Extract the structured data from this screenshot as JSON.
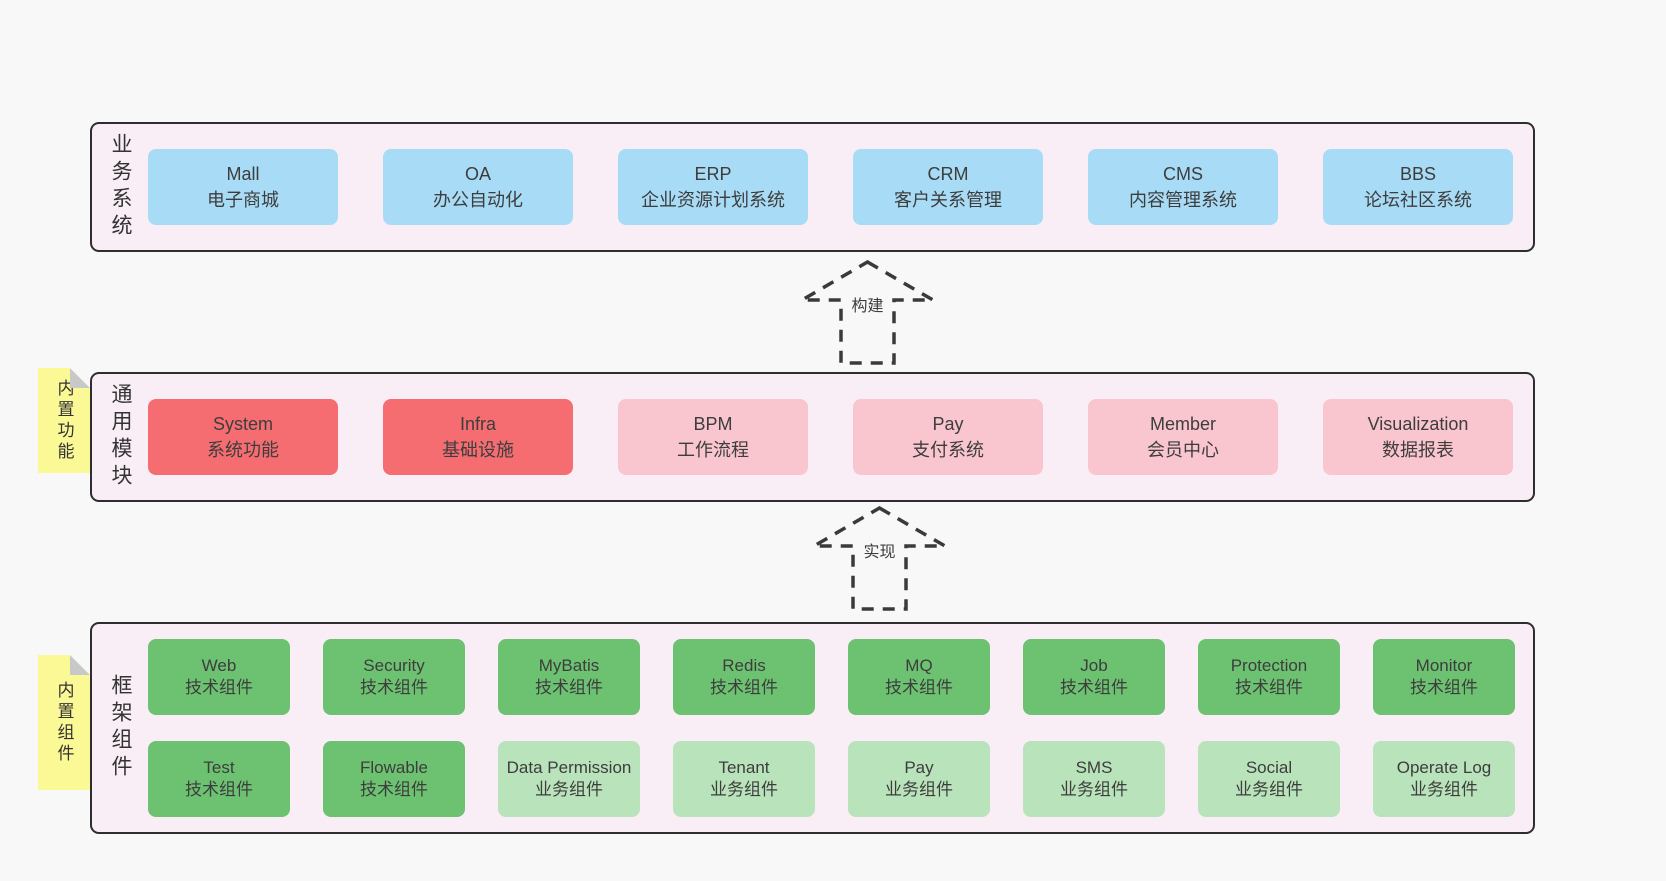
{
  "colors": {
    "page_bg": "#f8f8f8",
    "layer_bg": "#f9edf6",
    "layer_border": "#2e2e2e",
    "blue": "#a8dbf5",
    "red": "#f56d71",
    "pink": "#f9c5ce",
    "green": "#6cc271",
    "light_green": "#b9e3ba",
    "note_yellow": "#fbf996",
    "note_fold_gray": "#c8c8c8",
    "text": "#3d3d3d"
  },
  "arrows": [
    {
      "label": "构建"
    },
    {
      "label": "实现"
    }
  ],
  "layers": [
    {
      "label": "业务系统",
      "boxes": [
        {
          "title": "Mall",
          "subtitle": "电子商城",
          "variant": "blue"
        },
        {
          "title": "OA",
          "subtitle": "办公自动化",
          "variant": "blue"
        },
        {
          "title": "ERP",
          "subtitle": "企业资源计划系统",
          "variant": "blue"
        },
        {
          "title": "CRM",
          "subtitle": "客户关系管理",
          "variant": "blue"
        },
        {
          "title": "CMS",
          "subtitle": "内容管理系统",
          "variant": "blue"
        },
        {
          "title": "BBS",
          "subtitle": "论坛社区系统",
          "variant": "blue"
        }
      ]
    },
    {
      "label": "通用模块",
      "note": "内置功能",
      "boxes": [
        {
          "title": "System",
          "subtitle": "系统功能",
          "variant": "red"
        },
        {
          "title": "Infra",
          "subtitle": "基础设施",
          "variant": "red"
        },
        {
          "title": "BPM",
          "subtitle": "工作流程",
          "variant": "pink"
        },
        {
          "title": "Pay",
          "subtitle": "支付系统",
          "variant": "pink"
        },
        {
          "title": "Member",
          "subtitle": "会员中心",
          "variant": "pink"
        },
        {
          "title": "Visualization",
          "subtitle": "数据报表",
          "variant": "pink"
        }
      ]
    },
    {
      "label": "框架组件",
      "note": "内置组件",
      "row1": [
        {
          "title": "Web",
          "subtitle": "技术组件",
          "variant": "green"
        },
        {
          "title": "Security",
          "subtitle": "技术组件",
          "variant": "green"
        },
        {
          "title": "MyBatis",
          "subtitle": "技术组件",
          "variant": "green"
        },
        {
          "title": "Redis",
          "subtitle": "技术组件",
          "variant": "green"
        },
        {
          "title": "MQ",
          "subtitle": "技术组件",
          "variant": "green"
        },
        {
          "title": "Job",
          "subtitle": "技术组件",
          "variant": "green"
        },
        {
          "title": "Protection",
          "subtitle": "技术组件",
          "variant": "green"
        },
        {
          "title": "Monitor",
          "subtitle": "技术组件",
          "variant": "green"
        }
      ],
      "row2": [
        {
          "title": "Test",
          "subtitle": "技术组件",
          "variant": "green"
        },
        {
          "title": "Flowable",
          "subtitle": "技术组件",
          "variant": "green"
        },
        {
          "title": "Data Permission",
          "subtitle": "业务组件",
          "variant": "lightgreen"
        },
        {
          "title": "Tenant",
          "subtitle": "业务组件",
          "variant": "lightgreen"
        },
        {
          "title": "Pay",
          "subtitle": "业务组件",
          "variant": "lightgreen"
        },
        {
          "title": "SMS",
          "subtitle": "业务组件",
          "variant": "lightgreen"
        },
        {
          "title": "Social",
          "subtitle": "业务组件",
          "variant": "lightgreen"
        },
        {
          "title": "Operate Log",
          "subtitle": "业务组件",
          "variant": "lightgreen"
        }
      ]
    }
  ]
}
